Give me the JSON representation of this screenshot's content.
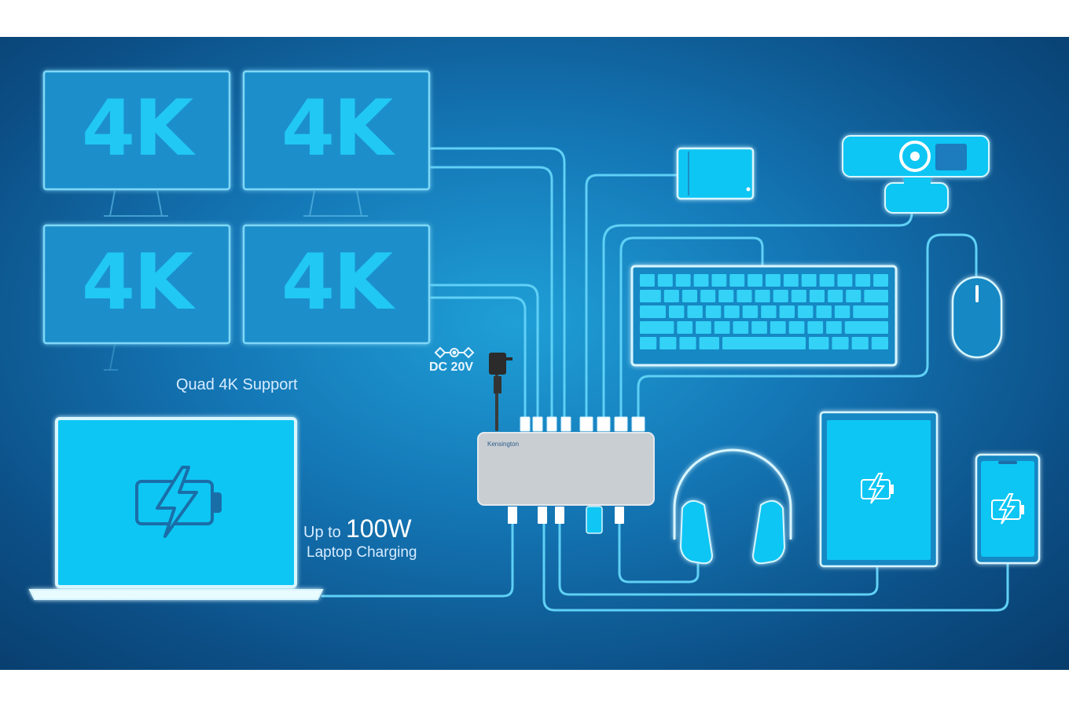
{
  "diagram": {
    "monitors": [
      {
        "label": "4K"
      },
      {
        "label": "4K"
      },
      {
        "label": "4K"
      },
      {
        "label": "4K"
      }
    ],
    "quad_support": "Quad 4K Support",
    "dc_input": "DC 20V",
    "charging": {
      "prefix": "Up to",
      "wattage": "100W",
      "suffix": "Laptop Charging"
    },
    "dock_brand": "Kensington"
  },
  "colors": {
    "background": "#1477b6",
    "accent": "#21c8f3",
    "line": "#5fd0f5",
    "dock": "#c9ced3"
  },
  "icons": [
    "battery-charging-icon",
    "webcam-icon",
    "keyboard-icon",
    "mouse-icon",
    "headphones-icon",
    "tablet-icon",
    "phone-icon",
    "external-drive-icon",
    "power-adapter-icon"
  ]
}
